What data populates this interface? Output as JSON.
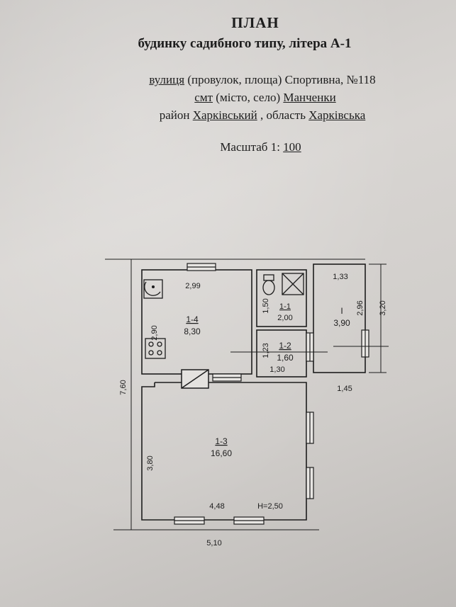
{
  "header": {
    "title": "ПЛАН",
    "subtitle": "будинку садибного типу, літера А-1"
  },
  "address": {
    "street_label": "вулиця",
    "street_note": " (провулок, площа) ",
    "street_value": "Спортивна, №118",
    "settlement_label": "смт",
    "settlement_note": " (місто, село) ",
    "settlement_value": "Манченки",
    "district_prefix": "район ",
    "district_value": "Харківський",
    "region_prefix": " , область ",
    "region_value": "Харківська"
  },
  "scale": {
    "label": "Масштаб 1: ",
    "value": "100"
  },
  "plan": {
    "rooms": [
      {
        "id": "1-4",
        "area": "8,30"
      },
      {
        "id": "1-1",
        "area": "2,00"
      },
      {
        "id": "1-2",
        "area": "1,60"
      },
      {
        "id": "1-3",
        "area": "16,60"
      },
      {
        "id": "I",
        "area": "3,90"
      }
    ],
    "dimensions": {
      "d_2_99": "2,99",
      "d_2_90": "2,90",
      "d_1_50": "1,50",
      "d_1_23": "1,23",
      "d_1_30": "1,30",
      "d_1_33": "1,33",
      "d_2_96": "2,96",
      "d_3_20": "3,20",
      "d_1_45": "1,45",
      "d_7_60": "7,60",
      "d_3_80": "3,80",
      "d_4_48": "4,48",
      "d_5_10": "5,10",
      "height": "Н=2,50"
    }
  }
}
